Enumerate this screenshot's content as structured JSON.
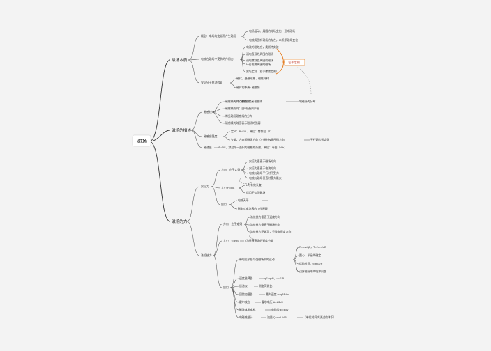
{
  "root": "磁场",
  "b1": {
    "label": "磁场本质",
    "g1": "概念：电场的变化而产生磁场",
    "g1c": [
      "电场运动、周围的电场变化，形成磁场",
      "电流周围有磁场的存在，本质原磁场变化"
    ],
    "g2": "电流在磁场中受到的作用力",
    "g2c": [
      "电流的磁效应，奥斯特实验",
      "通电直导线周围的磁场",
      "通电螺线管周围的磁场",
      "环形电流周围的磁场",
      "安培定则（右手螺旋定则）"
    ],
    "tag": "右手定则",
    "g3": "安培分子电流假说",
    "g3c": [
      "磁化、退磁现象、磁性材料",
      "磁体的本质"
    ],
    "g3d": "磁偏角"
  },
  "b2": {
    "label": "磁场的描述",
    "g1": "磁感线",
    "g1c": [
      "磁感线的特点和性质",
      "磁感线是闭合曲线",
      "磁感线方向：由N极指向S极",
      "常见磁场磁感线的分布",
      "磁感线的疏密表示磁场的强弱"
    ],
    "g1d": "地磁场的分布",
    "g2": "磁感应强度",
    "g2c": [
      "定义：B=F/IL，单位：特斯拉（T）",
      "矢量，方向即磁场方向（小磁针N极所指方向）"
    ],
    "g2d": "平行四边形定则",
    "g3": "磁通量",
    "g3c": "Φ=BS，穿过某一面积的磁感线条数，单位：韦伯（Wb）"
  },
  "b3": {
    "label": "磁场的力",
    "g1": "安培力",
    "g1a": "方向：左手定则",
    "g1ac": [
      "安培力垂直于磁场方向",
      "安培力垂直于电流方向",
      "电流与磁场平行时不受力",
      "电流与磁场垂直时受力最大"
    ],
    "g1b": "大小 F=BIL",
    "g1bc": [
      "L为有效长度",
      "适用于匀强磁场"
    ],
    "g1c": "应用",
    "g1cc": [
      "电流天平",
      "磁电式电流表的工作原理"
    ],
    "g2": "洛伦兹力",
    "g2a": "方向：左手定则",
    "g2ac": [
      "洛伦兹力垂直于速度方向",
      "洛伦兹力垂直于磁场方向",
      "洛伦兹力不做功，只改变速度方向"
    ],
    "g2b": "大小：f=qvB",
    "g2bd": "v为垂直磁场的速度分量",
    "g2c": "应用",
    "g2c1": "带电粒子在匀强磁场中的运动",
    "g2c1c": [
      "R=mv/qB，T=2πm/qB",
      "圆心、半径的确定",
      "运动时间：t=θT/2π",
      "边界磁场中的临界问题"
    ],
    "g2cl": [
      {
        "k": "速度选择器",
        "v": "qE=qvB，v=E/B"
      },
      {
        "k": "质谱仪",
        "v": "测定荷质比"
      },
      {
        "k": "回旋加速器",
        "v": "最大速度 v=qBR/m"
      },
      {
        "k": "霍尔效应",
        "v": "霍尔电压 U=kIB/d"
      },
      {
        "k": "磁流体发电机",
        "v": "电动势 E=Bdv"
      },
      {
        "k": "电磁流量计",
        "v": "流量 Q=πdU/4B"
      }
    ],
    "g2cld": "（单位时间内流过的体积）"
  }
}
